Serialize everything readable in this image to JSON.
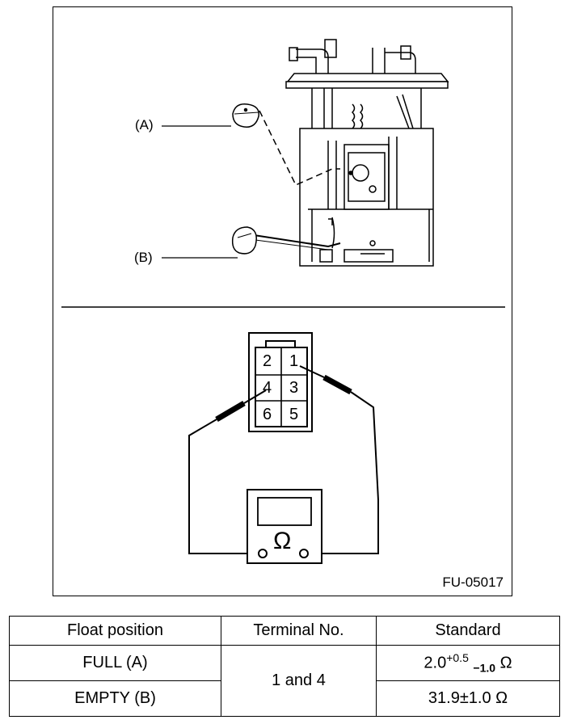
{
  "figure": {
    "label_a": "(A)",
    "label_b": "(B)",
    "terminals": [
      "2",
      "1",
      "4",
      "3",
      "6",
      "5"
    ],
    "meter_symbol": "Ω",
    "figure_code": "FU-05017"
  },
  "table": {
    "headers": [
      "Float position",
      "Terminal No.",
      "Standard"
    ],
    "rows": [
      {
        "float": "FULL (A)",
        "standard_base": "2.0",
        "standard_sup": "+0.5",
        "standard_sub": "−1.0",
        "standard_unit": " Ω"
      },
      {
        "float": "EMPTY (B)",
        "standard": "31.9±1.0 Ω"
      }
    ],
    "terminal": "1 and 4"
  }
}
